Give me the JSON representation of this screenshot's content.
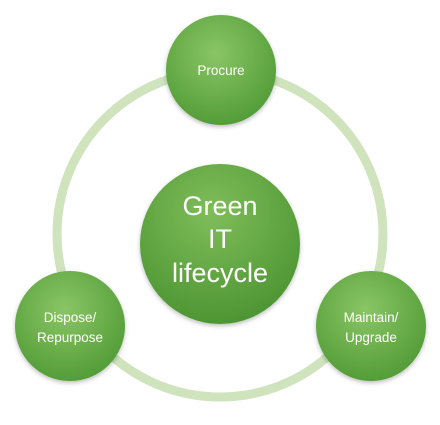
{
  "diagram": {
    "center": {
      "lines": [
        "Green",
        "IT",
        "lifecycle"
      ]
    },
    "nodes": [
      {
        "id": "procure",
        "lines": [
          "Procure"
        ]
      },
      {
        "id": "maintain",
        "lines": [
          "Maintain/",
          "Upgrade"
        ]
      },
      {
        "id": "dispose",
        "lines": [
          "Dispose/",
          "Repurpose"
        ]
      }
    ],
    "colors": {
      "ring": "#cfe3bc",
      "node_light": "#8ac565",
      "node_dark": "#4f9a35",
      "text": "#ffffff"
    }
  }
}
